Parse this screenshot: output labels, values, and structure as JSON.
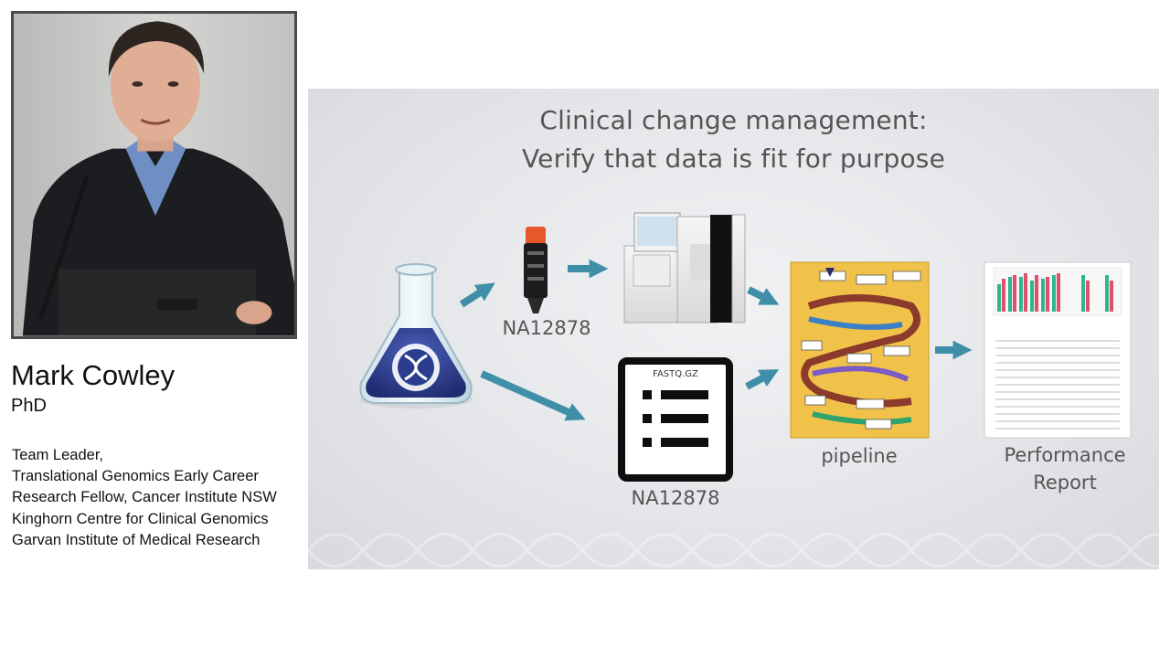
{
  "speaker": {
    "name": "Mark Cowley",
    "degree": "PhD",
    "titles": [
      "Team Leader,",
      "Translational Genomics Early Career",
      "Research Fellow, Cancer Institute NSW",
      "Kinghorn Centre for Clinical Genomics",
      "Garvan Institute of Medical Research"
    ]
  },
  "slide": {
    "title_line1": "Clinical change management:",
    "title_line2": "Verify that data is fit for purpose",
    "sample_label": "NA12878",
    "fastq_file_label": "FASTQ.GZ",
    "fastq_label": "NA12878",
    "pipeline_label": "pipeline",
    "report_label_line1": "Performance",
    "report_label_line2": "Report"
  },
  "colors": {
    "arrow": "#3f8fa8",
    "slide_title": "#555555",
    "report_green": "#2fb58f",
    "report_red": "#e0506b",
    "flask_liquid": "#2b3d8f"
  }
}
